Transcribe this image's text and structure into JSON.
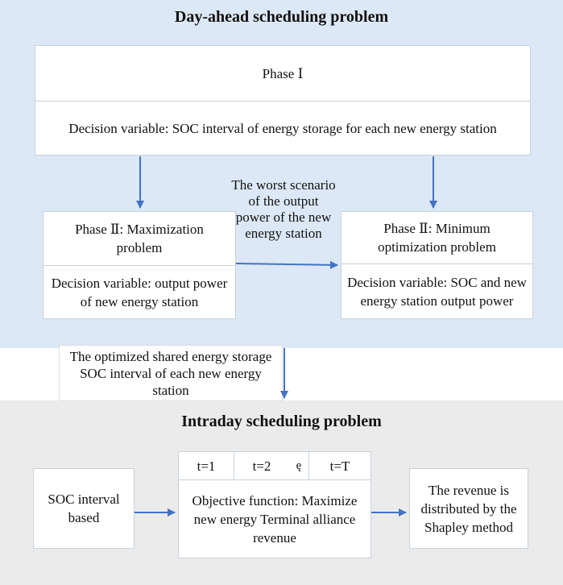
{
  "day_ahead": {
    "title": "Day-ahead scheduling problem",
    "phase1": {
      "header": "Phase Ⅰ",
      "body": "Decision variable: SOC interval of energy storage for each new energy station"
    },
    "phase2_max": {
      "header": "Phase Ⅱ: Maximization problem",
      "body": "Decision variable: output power of new energy station"
    },
    "phase2_min": {
      "header": "Phase Ⅱ: Minimum optimization problem",
      "body": "Decision variable: SOC and new energy station output power"
    },
    "worst_scenario": "The worst scenario of the output power of the new energy station",
    "transfer_label": "The optimized shared energy storage SOC interval of each new energy station"
  },
  "intraday": {
    "title": "Intraday scheduling problem",
    "input": "SOC interval based",
    "time_tabs": [
      "t=1",
      "t=2",
      "ę",
      "t=T"
    ],
    "objective": "Objective function: Maximize new energy Terminal alliance revenue",
    "output": "The revenue is distributed by the Shapley method"
  },
  "colors": {
    "top_panel": "#dce8f5",
    "bottom_panel": "#ebebeb",
    "arrow": "#4472c4"
  }
}
